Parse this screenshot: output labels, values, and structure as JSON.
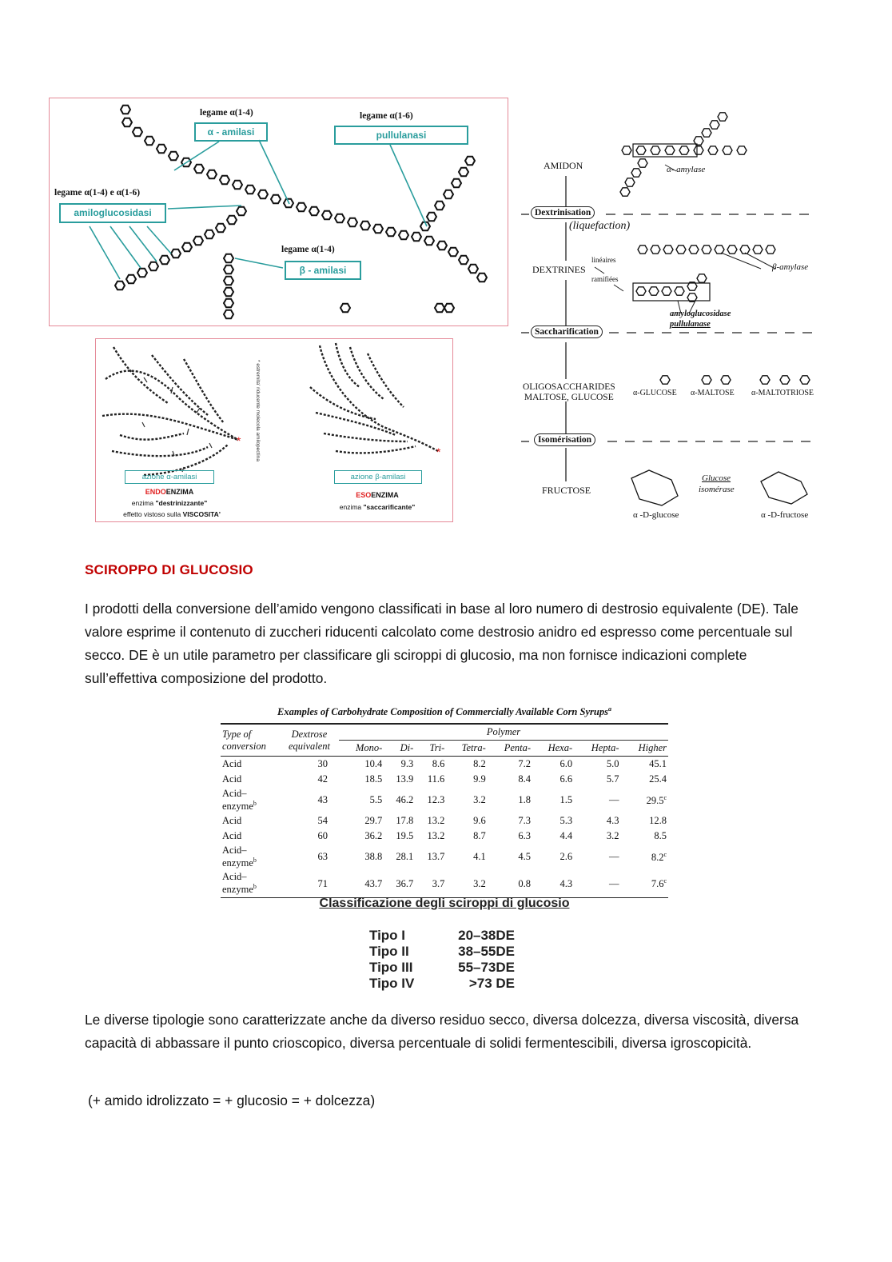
{
  "figure_amylase": {
    "label_a14_top": "legame α(1-4)",
    "enzyme_alpha": "α - amilasi",
    "label_a16": "legame α(1-6)",
    "enzyme_pullulanasi": "pullulanasi",
    "label_a14_a16": "legame α(1-4) e α(1-6)",
    "enzyme_amiloglucosidasi": "amiloglucosidasi",
    "label_a14_bottom": "legame α(1-4)",
    "enzyme_beta": "β - amilasi"
  },
  "figure_endo_exo": {
    "left_caption": "azione α-amilasi",
    "left_type_prefix": "ENDO",
    "left_type_suffix": "ENZIMA",
    "left_desc_prefix": "enzima ",
    "left_desc_quote": "\"destrinizzante\"",
    "left_effect_prefix": "effetto vistoso sulla ",
    "left_effect_bold": "VISCOSITA'",
    "right_caption": "azione β-amilasi",
    "right_type_prefix": "ESO",
    "right_type_suffix": "ENZIMA",
    "right_desc_prefix": "enzima ",
    "right_desc_quote": "\"saccarificante\"",
    "vertical_note": "* estremita' riducente molecola amilopectina"
  },
  "figure_process": {
    "amidon": "AMIDON",
    "alpha_amylase": "α- amylase",
    "dextrinisation": "Dextrinisation",
    "liquefaction": "(liquefaction)",
    "dextrines": "DEXTRINES",
    "lineaires": "linéaires",
    "ramifiees": "ramifiées",
    "beta_amylase": "β-amylase",
    "amyloglucosidase": "amyloglucosidase",
    "pullulanase": "pullulanase",
    "saccharification": "Saccharification",
    "oligo_line1": "OLIGOSACCHARIDES",
    "oligo_line2": "MALTOSE, GLUCOSE",
    "alpha_glucose": "α-GLUCOSE",
    "alpha_maltose": "α-MALTOSE",
    "alpha_maltotriose": "α-MALTOTRIOSE",
    "isomerisation": "Isomérisation",
    "fructose": "FRUCTOSE",
    "glucose_isomerase_1": "Glucose",
    "glucose_isomerase_2": "isomérase",
    "d_glucose": "α -D-glucose",
    "d_fructose": "α -D-fructose"
  },
  "section": {
    "heading": "SCIROPPO DI GLUCOSIO",
    "intro": "I prodotti della conversione dell’amido vengono classificati in base al loro numero di destrosio equivalente (DE). Tale valore esprime il contenuto di zuccheri riducenti calcolato come destrosio anidro ed espresso come percentuale sul secco. DE è un utile parametro per classificare gli sciroppi di glucosio, ma non fornisce indicazioni complete sull’effettiva composizione del prodotto.",
    "types_paragraph": "Le diverse tipologie sono caratterizzate anche da diverso residuo secco, diversa dolcezza, diversa viscosità, diversa capacità di abbassare il punto crioscopico, diversa percentuale di solidi fermentescibili, diversa igroscopicità.",
    "note": "(+ amido idrolizzato = + glucosio = + dolcezza)"
  },
  "table": {
    "title": "Examples of Carbohydrate Composition of Commercially Available Corn Syrups",
    "title_mark": "a",
    "col_type_1": "Type of",
    "col_type_2": "conversion",
    "col_de_1": "Dextrose",
    "col_de_2": "equivalent",
    "polymer_header": "Polymer",
    "polymer_cols": [
      "Mono-",
      "Di-",
      "Tri-",
      "Tetra-",
      "Penta-",
      "Hexa-",
      "Hepta-",
      "Higher"
    ],
    "rows": [
      {
        "type": "Acid",
        "mark": "",
        "de": "30",
        "vals": [
          "10.4",
          "9.3",
          "8.6",
          "8.2",
          "7.2",
          "6.0",
          "5.0",
          "45.1"
        ],
        "vmark": ""
      },
      {
        "type": "Acid",
        "mark": "",
        "de": "42",
        "vals": [
          "18.5",
          "13.9",
          "11.6",
          "9.9",
          "8.4",
          "6.6",
          "5.7",
          "25.4"
        ],
        "vmark": ""
      },
      {
        "type": "Acid–enzyme",
        "mark": "b",
        "de": "43",
        "vals": [
          "5.5",
          "46.2",
          "12.3",
          "3.2",
          "1.8",
          "1.5",
          "—",
          "29.5"
        ],
        "vmark": "c"
      },
      {
        "type": "Acid",
        "mark": "",
        "de": "54",
        "vals": [
          "29.7",
          "17.8",
          "13.2",
          "9.6",
          "7.3",
          "5.3",
          "4.3",
          "12.8"
        ],
        "vmark": ""
      },
      {
        "type": "Acid",
        "mark": "",
        "de": "60",
        "vals": [
          "36.2",
          "19.5",
          "13.2",
          "8.7",
          "6.3",
          "4.4",
          "3.2",
          "8.5"
        ],
        "vmark": ""
      },
      {
        "type": "Acid–enzyme",
        "mark": "b",
        "de": "63",
        "vals": [
          "38.8",
          "28.1",
          "13.7",
          "4.1",
          "4.5",
          "2.6",
          "—",
          "8.2"
        ],
        "vmark": "c"
      },
      {
        "type": "Acid–enzyme",
        "mark": "b",
        "de": "71",
        "vals": [
          "43.7",
          "36.7",
          "3.7",
          "3.2",
          "0.8",
          "4.3",
          "—",
          "7.6"
        ],
        "vmark": "c"
      }
    ]
  },
  "classification": {
    "title": "Classificazione degli sciroppi di glucosio",
    "items": [
      {
        "label": "Tipo I",
        "range": "20–38DE"
      },
      {
        "label": "Tipo II",
        "range": "38–55DE"
      },
      {
        "label": "Tipo III",
        "range": "55–73DE"
      },
      {
        "label": "Tipo IV",
        "range": ">73 DE"
      }
    ]
  },
  "colors": {
    "heading_red": "#c00000",
    "teal": "#2a9d9d",
    "frame_pink": "#e58a98",
    "asterisk_red": "#e02020"
  }
}
